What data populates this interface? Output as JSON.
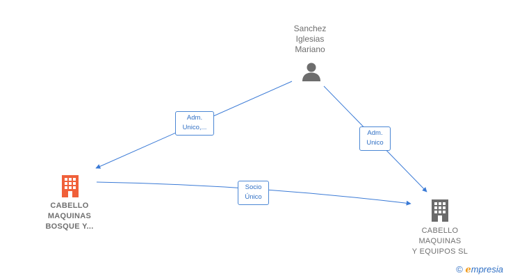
{
  "nodes": {
    "person": {
      "name_lines": [
        "Sanchez",
        "Iglesias",
        "Mariano"
      ],
      "icon": "person-icon"
    },
    "company_left": {
      "name_lines": [
        "CABELLO",
        "MAQUINAS",
        "BOSQUE Y..."
      ],
      "icon": "building-icon",
      "color": "#f0603a"
    },
    "company_right": {
      "name_lines": [
        "CABELLO",
        "MAQUINAS",
        "Y EQUIPOS  SL"
      ],
      "icon": "building-icon",
      "color": "#6b6b6b"
    }
  },
  "edges": [
    {
      "label_lines": [
        "Adm.",
        "Unico,..."
      ]
    },
    {
      "label_lines": [
        "Adm.",
        "Unico"
      ]
    },
    {
      "label_lines": [
        "Socio",
        "Único"
      ]
    }
  ],
  "colors": {
    "edge": "#3a7ad6"
  },
  "watermark": {
    "copyright": "©",
    "brand_e": "e",
    "brand_rest": "mpresia"
  }
}
